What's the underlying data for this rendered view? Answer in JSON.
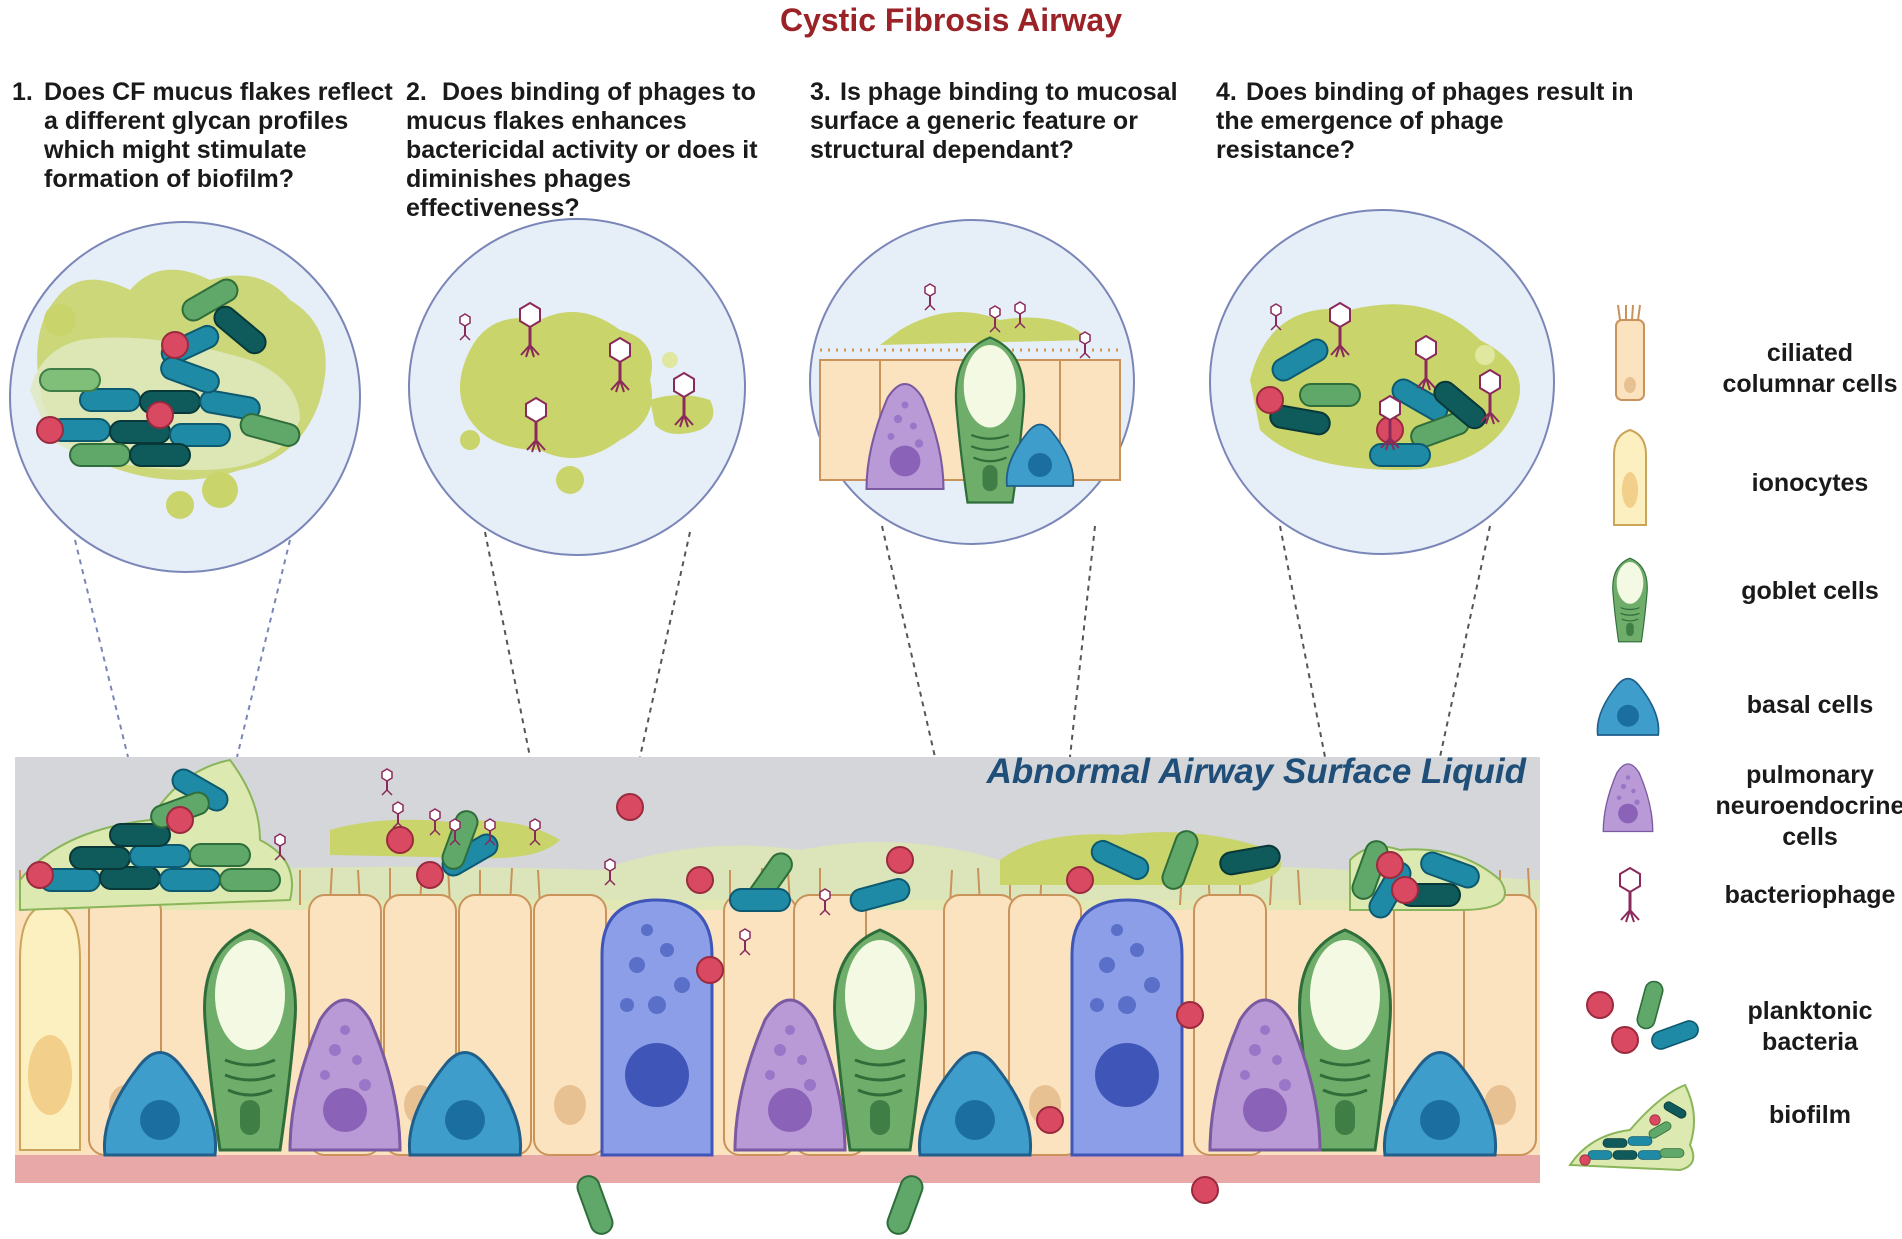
{
  "title": "Cystic Fibrosis Airway",
  "questions": [
    {
      "num": "1.",
      "text": "Does CF mucus flakes reflect a different glycan profiles which might stimulate formation of biofilm?",
      "lines": [
        "Does CF mucus flakes reflect",
        "a different glycan profiles",
        "which might stimulate",
        "formation of biofilm?"
      ]
    },
    {
      "num": "2.",
      "text": "Does binding of phages to mucus flakes enhances bactericidal activity or does it diminishes phages effectiveness?",
      "lines": [
        "Does binding of phages to",
        "mucus flakes enhances",
        "bactericidal activity or does it",
        "diminishes phages",
        "effectiveness?"
      ]
    },
    {
      "num": "3.",
      "text": "Is phage binding to mucosal surface a generic feature or structural dependant?",
      "lines": [
        "Is phage binding to mucosal",
        "surface a generic feature or",
        "structural dependant?"
      ]
    },
    {
      "num": "4.",
      "text": "Does binding of phages result in the emergence of phage resistance?",
      "lines": [
        "Does binding of phages result in",
        "the emergence of phage",
        "resistance?"
      ]
    }
  ],
  "asl_label": "Abnormal Airway Surface Liquid",
  "legend": [
    {
      "lines": [
        "ciliated",
        "columnar cells"
      ],
      "icon": "ciliated-cell-icon"
    },
    {
      "lines": [
        "ionocytes"
      ],
      "icon": "ionocyte-icon"
    },
    {
      "lines": [
        "goblet cells"
      ],
      "icon": "goblet-cell-icon"
    },
    {
      "lines": [
        "basal cells"
      ],
      "icon": "basal-cell-icon"
    },
    {
      "lines": [
        "pulmonary",
        "neuroendocrine",
        "cells"
      ],
      "icon": "neuroendocrine-cell-icon"
    },
    {
      "lines": [
        "bacteriophage"
      ],
      "icon": "bacteriophage-icon"
    },
    {
      "lines": [
        "planktonic",
        "bacteria"
      ],
      "icon": "planktonic-bacteria-icon"
    },
    {
      "lines": [
        "biofilm"
      ],
      "icon": "biofilm-icon"
    }
  ],
  "colors": {
    "title": "#9b2226",
    "asl_label": "#1f4e79",
    "mucus": "#c9d46a",
    "ciliated_cell": "#fbe3c0",
    "goblet": "#6fae6a",
    "basal": "#3f9dcc",
    "neuroendocrine": "#b99ad6",
    "ionocyte_large": "#8c9ee8",
    "bacteria_red": "#d94a62",
    "bacteria_teal": "#1f8aa6",
    "bacteria_green": "#5fa86a",
    "bacteria_dark": "#0f5a5a",
    "asl_background": "#d4d6d9",
    "basement": "#e8a8a8"
  }
}
